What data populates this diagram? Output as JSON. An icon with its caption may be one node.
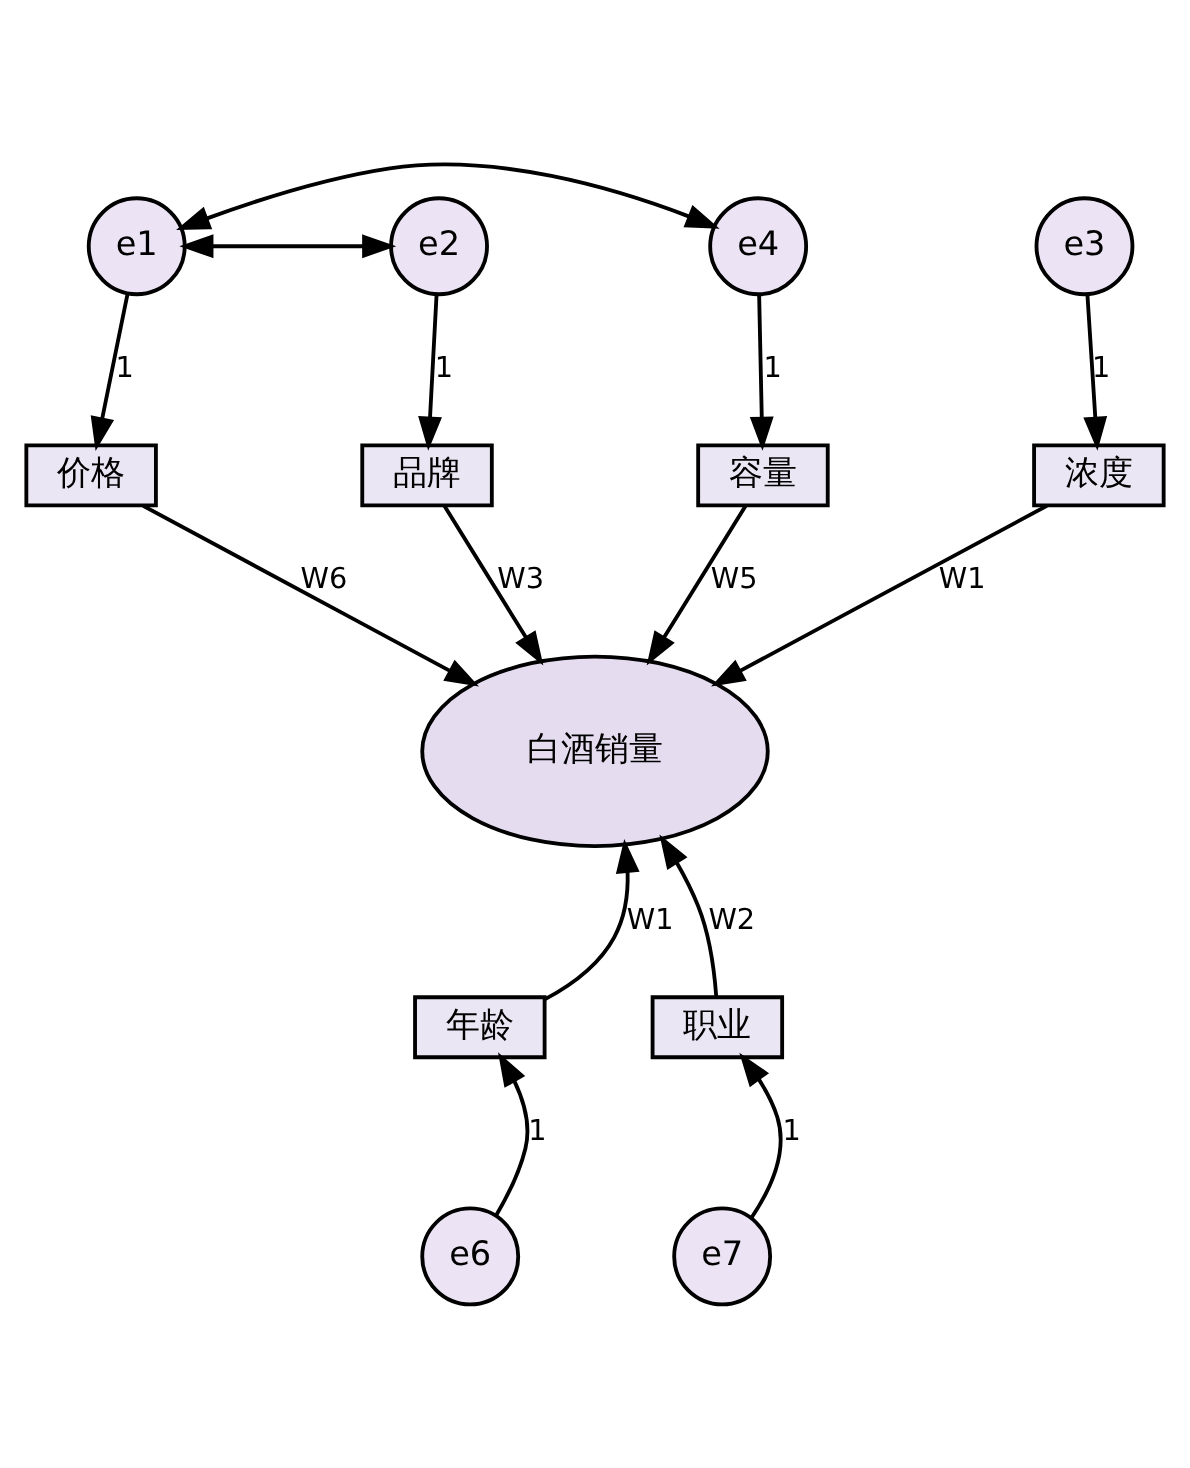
{
  "diagram": {
    "nodes": [
      {
        "text": [
          "e1"
        ]
      },
      {
        "text": [
          "e2"
        ]
      },
      {
        "text": [
          "e4"
        ]
      },
      {
        "text": [
          "e3"
        ]
      },
      {
        "text": [
          "价格"
        ]
      },
      {
        "text": [
          "品牌"
        ]
      },
      {
        "text": [
          "容量"
        ]
      },
      {
        "text": [
          "浓度"
        ]
      },
      {
        "text": [
          "白酒销量"
        ]
      },
      {
        "text": [
          "年龄"
        ]
      },
      {
        "text": [
          "职业"
        ]
      },
      {
        "text": [
          "e6"
        ]
      },
      {
        "text": [
          "e7"
        ]
      }
    ],
    "edges": [
      {
        "from": 0,
        "to": 2,
        "arrow": "both"
      },
      {
        "from": 0,
        "to": 1,
        "arrow": "both"
      },
      {
        "from": 0,
        "to": 4,
        "label": "1",
        "arrow": "to"
      },
      {
        "from": 1,
        "to": 5,
        "label": "1",
        "arrow": "to"
      },
      {
        "from": 2,
        "to": 6,
        "label": "1",
        "arrow": "to"
      },
      {
        "from": 3,
        "to": 7,
        "label": "1",
        "arrow": "to"
      },
      {
        "from": 4,
        "to": 8,
        "label": "W6",
        "arrow": "to"
      },
      {
        "from": 5,
        "to": 8,
        "label": "W3",
        "arrow": "to"
      },
      {
        "from": 6,
        "to": 8,
        "label": "W5",
        "arrow": "to"
      },
      {
        "from": 7,
        "to": 8,
        "label": "W1",
        "arrow": "to"
      },
      {
        "from": 9,
        "to": 8,
        "label": "W1",
        "arrow": "to"
      },
      {
        "from": 10,
        "to": 8,
        "label": "W2",
        "arrow": "to"
      },
      {
        "from": 11,
        "to": 9,
        "label": "1",
        "arrow": "to"
      },
      {
        "from": 12,
        "to": 10,
        "label": "1",
        "arrow": "to"
      }
    ]
  }
}
